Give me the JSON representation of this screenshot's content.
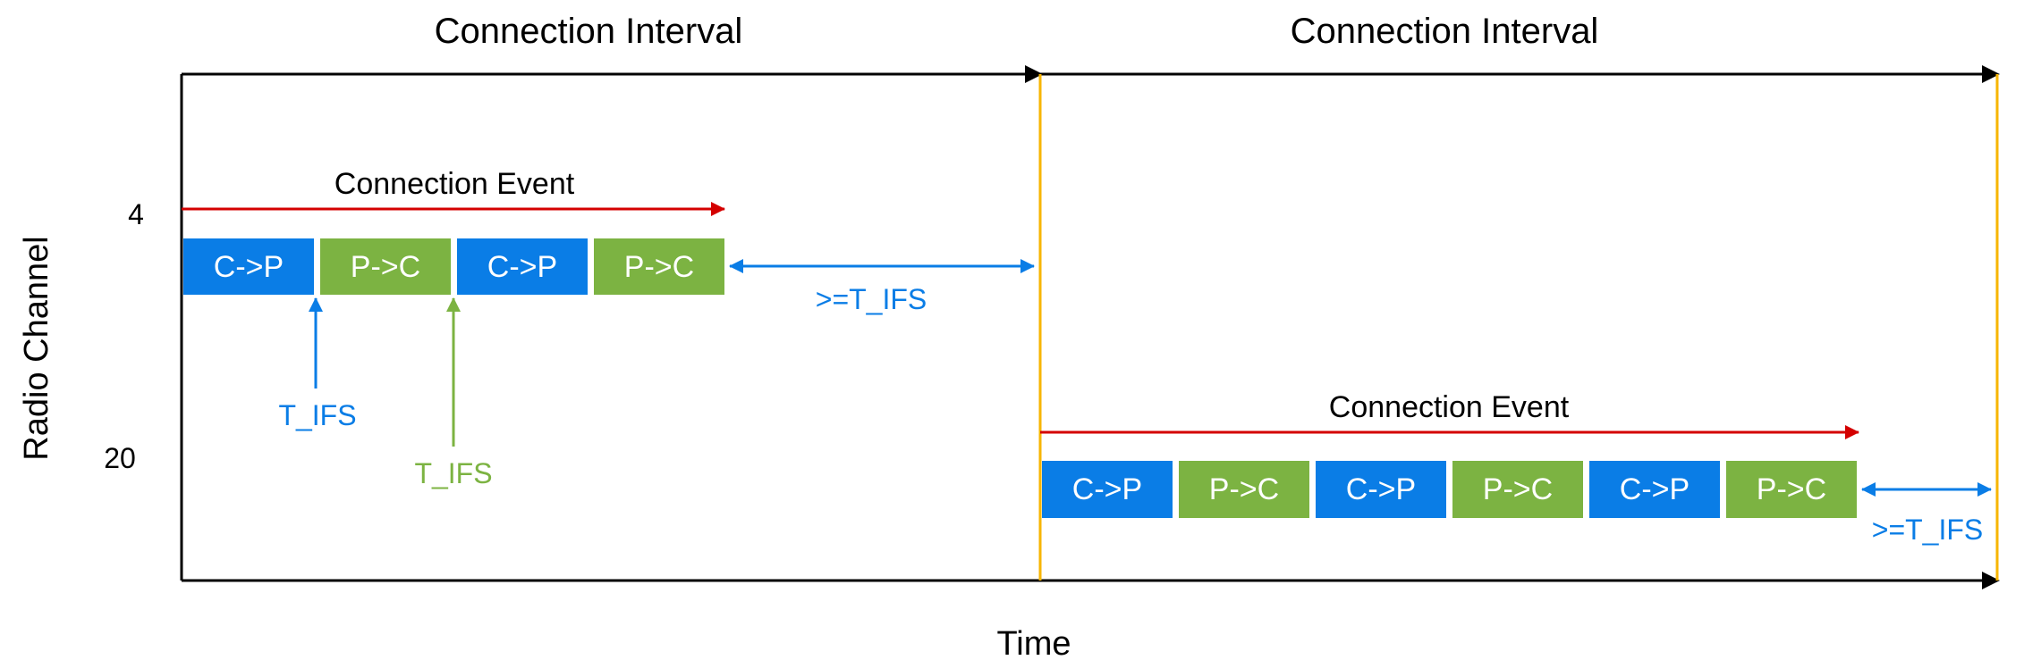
{
  "colors": {
    "blue": "#0a7de6",
    "green": "#7cb342",
    "red": "#d40000",
    "orange": "#f7b500",
    "black": "#000000"
  },
  "titles": {
    "interval_1": "Connection Interval",
    "interval_2": "Connection Interval"
  },
  "axes": {
    "x_label": "Time",
    "y_label": "Radio Channel",
    "channel_4": "4",
    "channel_20": "20"
  },
  "event_1": {
    "label": "Connection Event",
    "packets": [
      "C->P",
      "P->C",
      "C->P",
      "P->C"
    ],
    "gap_label": ">=T_IFS",
    "tifs_blue": "T_IFS",
    "tifs_green": "T_IFS"
  },
  "event_2": {
    "label": "Connection Event",
    "packets": [
      "C->P",
      "P->C",
      "C->P",
      "P->C",
      "C->P",
      "P->C"
    ],
    "gap_label": ">=T_IFS"
  }
}
